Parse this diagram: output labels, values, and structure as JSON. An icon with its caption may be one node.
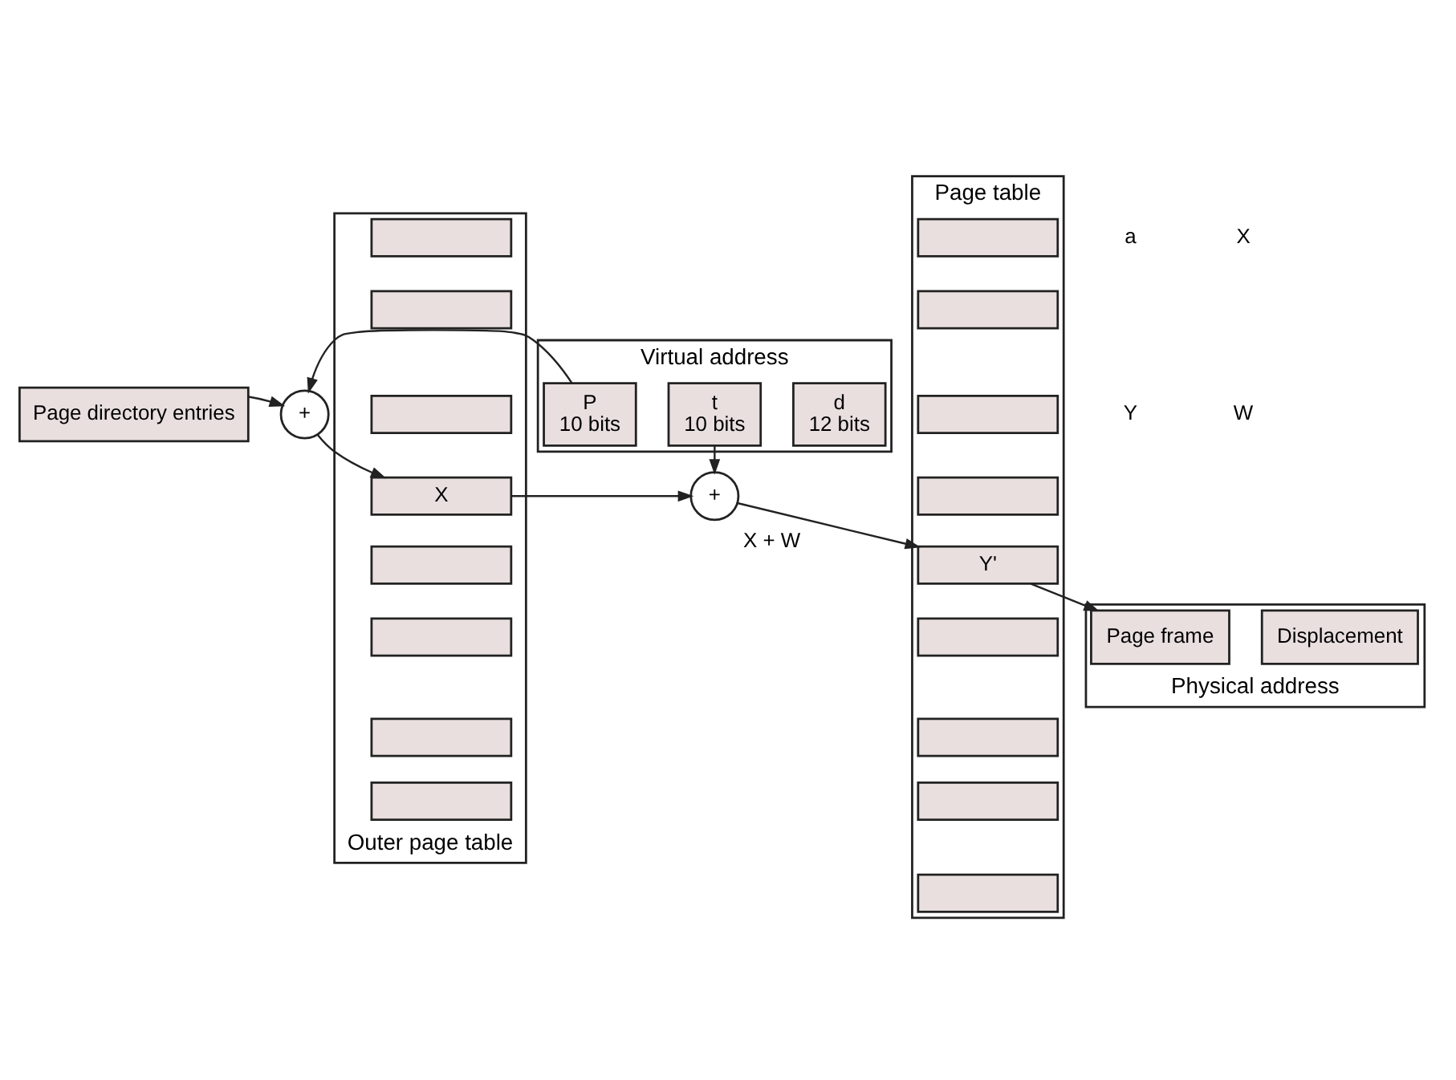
{
  "diagram": {
    "nodes": [
      {
        "text": [
          "Page directory entries"
        ]
      },
      {
        "text": [
          "+"
        ]
      },
      {
        "text": [
          "Virtual address"
        ]
      },
      {
        "text": [
          "P",
          "10 bits"
        ],
        "in": 2
      },
      {
        "text": [
          "t",
          "10 bits"
        ],
        "in": 2
      },
      {
        "text": [
          "d",
          "12 bits"
        ],
        "in": 2
      },
      {
        "text": [
          "Outer page table"
        ]
      },
      {
        "text": [],
        "shape": "box",
        "in": 6
      },
      {
        "text": [],
        "shape": "box",
        "in": 6
      },
      {
        "text": [],
        "shape": "box",
        "in": 6
      },
      {
        "text": [
          "X"
        ],
        "in": 6
      },
      {
        "text": [],
        "shape": "box",
        "in": 6
      },
      {
        "text": [],
        "shape": "box",
        "in": 6
      },
      {
        "text": [],
        "shape": "box",
        "in": 6
      },
      {
        "text": [],
        "shape": "box",
        "in": 6
      },
      {
        "text": [
          "+"
        ]
      },
      {
        "text": [
          "Page table"
        ]
      },
      {
        "text": [],
        "shape": "box",
        "in": 16
      },
      {
        "text": [],
        "shape": "box",
        "in": 16
      },
      {
        "text": [],
        "shape": "box",
        "in": 16
      },
      {
        "text": [],
        "shape": "box",
        "in": 16
      },
      {
        "text": [
          "Y'"
        ],
        "in": 16
      },
      {
        "text": [],
        "shape": "box",
        "in": 16
      },
      {
        "text": [],
        "shape": "box",
        "in": 16
      },
      {
        "text": [],
        "shape": "box",
        "in": 16
      },
      {
        "text": [],
        "shape": "box",
        "in": 16
      },
      {
        "text": [
          "Physical address"
        ]
      },
      {
        "text": [
          "Page frame"
        ],
        "in": 26
      },
      {
        "text": [
          "Displacement"
        ],
        "in": 26
      }
    ],
    "edges": [
      {
        "from": 0,
        "to": 1,
        "arrow": "to"
      },
      {
        "from": 3,
        "to": 1,
        "arrow": "to"
      },
      {
        "from": 1,
        "to": 10,
        "arrow": "to"
      },
      {
        "from": 4,
        "to": 15,
        "arrow": "to"
      },
      {
        "from": 10,
        "to": 15,
        "arrow": "to"
      },
      {
        "from": 15,
        "to": 21,
        "label": "X + W",
        "arrow": "to"
      },
      {
        "from": 21,
        "to": 27,
        "arrow": "to"
      }
    ],
    "labels": [
      "a",
      "Y",
      "X",
      "W"
    ]
  }
}
